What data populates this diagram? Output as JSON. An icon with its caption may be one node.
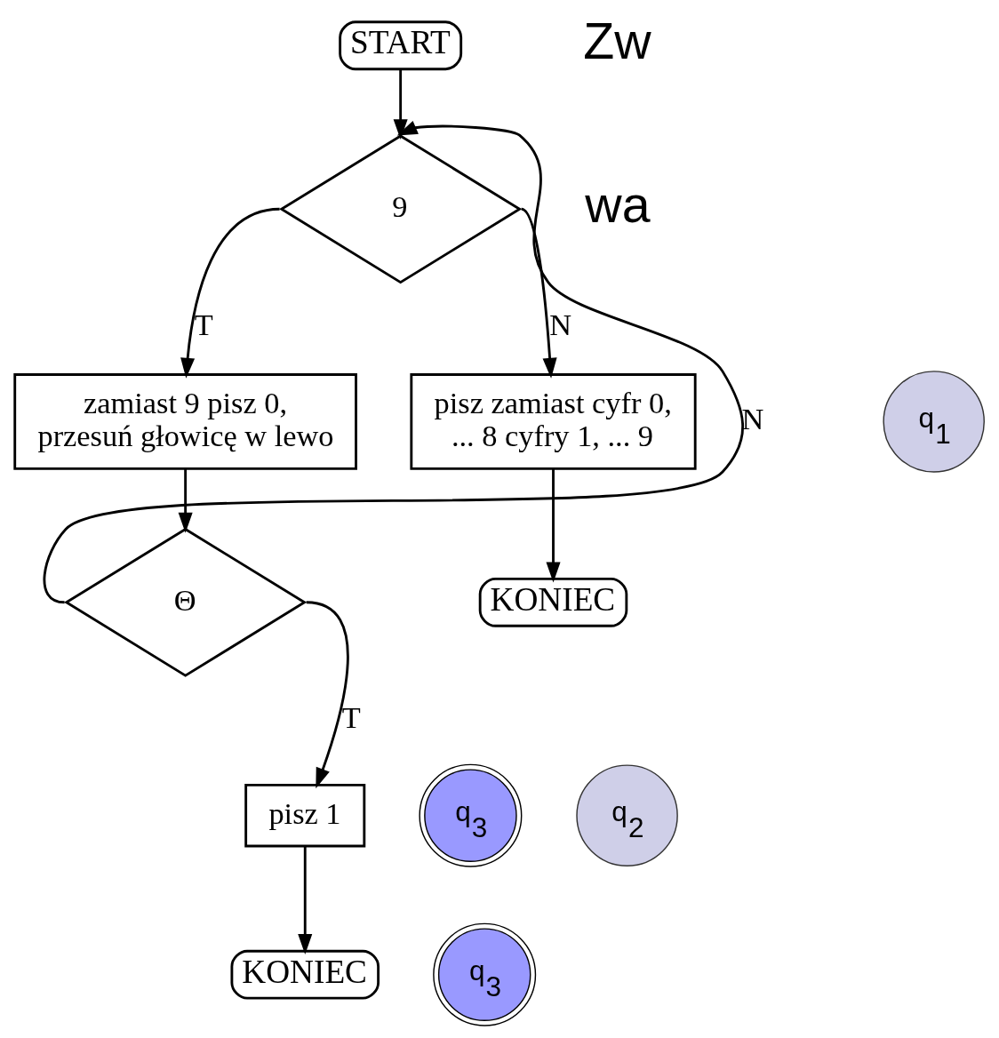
{
  "diagram": {
    "nodes": [
      {
        "text": [
          "START"
        ]
      },
      {
        "text": [
          "9"
        ]
      },
      {
        "text": [
          "zamiast 9 pisz 0, przesuń głowicę w lewo"
        ]
      },
      {
        "text": [
          "q$_{1}$"
        ]
      },
      {
        "text": [
          "pisz zamiast cyfr 0, ... 8 cyfry 1, ... 9"
        ]
      },
      {
        "text": [
          "KONIEC"
        ]
      },
      {
        "text": [
          "Θ"
        ]
      },
      {
        "text": [
          "q$_{3}$"
        ]
      },
      {
        "text": [
          "pisz 1"
        ]
      },
      {
        "text": [
          "q$_{2}$"
        ]
      },
      {
        "text": [
          "KONIEC"
        ]
      },
      {
        "text": [
          "q$_{3}$"
        ]
      }
    ],
    "edges": [
      {
        "from": 0,
        "to": 1,
        "arrow": "to"
      },
      {
        "from": 1,
        "to": 2,
        "arrow": "to",
        "label": "T"
      },
      {
        "from": 1,
        "to": 4,
        "arrow": "to",
        "label": "N"
      },
      {
        "from": 2,
        "to": 6,
        "arrow": "to"
      },
      {
        "from": 4,
        "to": 5,
        "arrow": "to"
      },
      {
        "from": 6,
        "to": 1,
        "arrow": "to",
        "label": "N"
      },
      {
        "from": 6,
        "to": 8,
        "arrow": "to",
        "label": "T"
      },
      {
        "from": 8,
        "to": 10,
        "arrow": "to"
      }
    ],
    "labels": [
      "Zw",
      "wa"
    ]
  }
}
